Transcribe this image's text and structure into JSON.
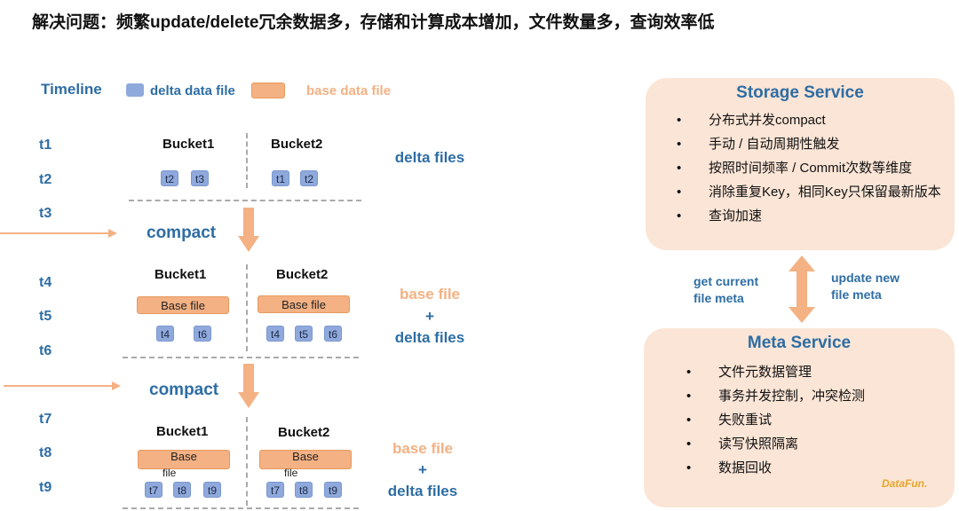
{
  "title": "解决问题：频繁update/delete冗余数据多，存储和计算成本增加，文件数量多，查询效率低",
  "legend": {
    "timeline": "Timeline",
    "delta": "delta data file",
    "base": "base data file"
  },
  "times": [
    "t1",
    "t2",
    "t3",
    "t4",
    "t5",
    "t6",
    "t7",
    "t8",
    "t9"
  ],
  "stage1": {
    "bucket1": "Bucket1",
    "bucket2": "Bucket2",
    "b1_chips": [
      "t2",
      "t3"
    ],
    "b2_chips": [
      "t1",
      "t2"
    ],
    "side": "delta files"
  },
  "compact_label": "compact",
  "stage2": {
    "bucket1": "Bucket1",
    "bucket2": "Bucket2",
    "base1": "Base file",
    "base2": "Base file",
    "b1_chips": [
      "t4",
      "t6"
    ],
    "b2_chips": [
      "t4",
      "t5",
      "t6"
    ],
    "side_base": "base file",
    "side_plus": "+",
    "side_delta": "delta files"
  },
  "stage3": {
    "bucket1": "Bucket1",
    "bucket2": "Bucket2",
    "base1_line1": "Base",
    "base1_line2": "file",
    "base2_line1": "Base",
    "base2_line2": "file",
    "b1_chips": [
      "t7",
      "t8",
      "t9"
    ],
    "b2_chips": [
      "t7",
      "t8",
      "t9"
    ],
    "side_base": "base file",
    "side_plus": "+",
    "side_delta": "delta files"
  },
  "storage": {
    "title": "Storage Service",
    "items": [
      "分布式并发compact",
      "手动 / 自动周期性触发",
      "按照时间频率 / Commit次数等维度",
      "消除重复Key，相同Key只保留最新版本",
      "查询加速"
    ]
  },
  "arrows": {
    "left_line1": "get current",
    "left_line2": "file meta",
    "right_line1": "update new",
    "right_line2": "file meta"
  },
  "meta": {
    "title": "Meta Service",
    "items": [
      "文件元数据管理",
      "事务并发控制，冲突检测",
      "失败重试",
      "读写快照隔离",
      "数据回收"
    ]
  },
  "logo": "DataFun.",
  "colors": {
    "blue_text": "#2e6da4",
    "delta_chip": "#8fa9dc",
    "base_file": "#f4b183",
    "panel_bg": "#fbe5d6",
    "arrow": "#f4b183"
  }
}
